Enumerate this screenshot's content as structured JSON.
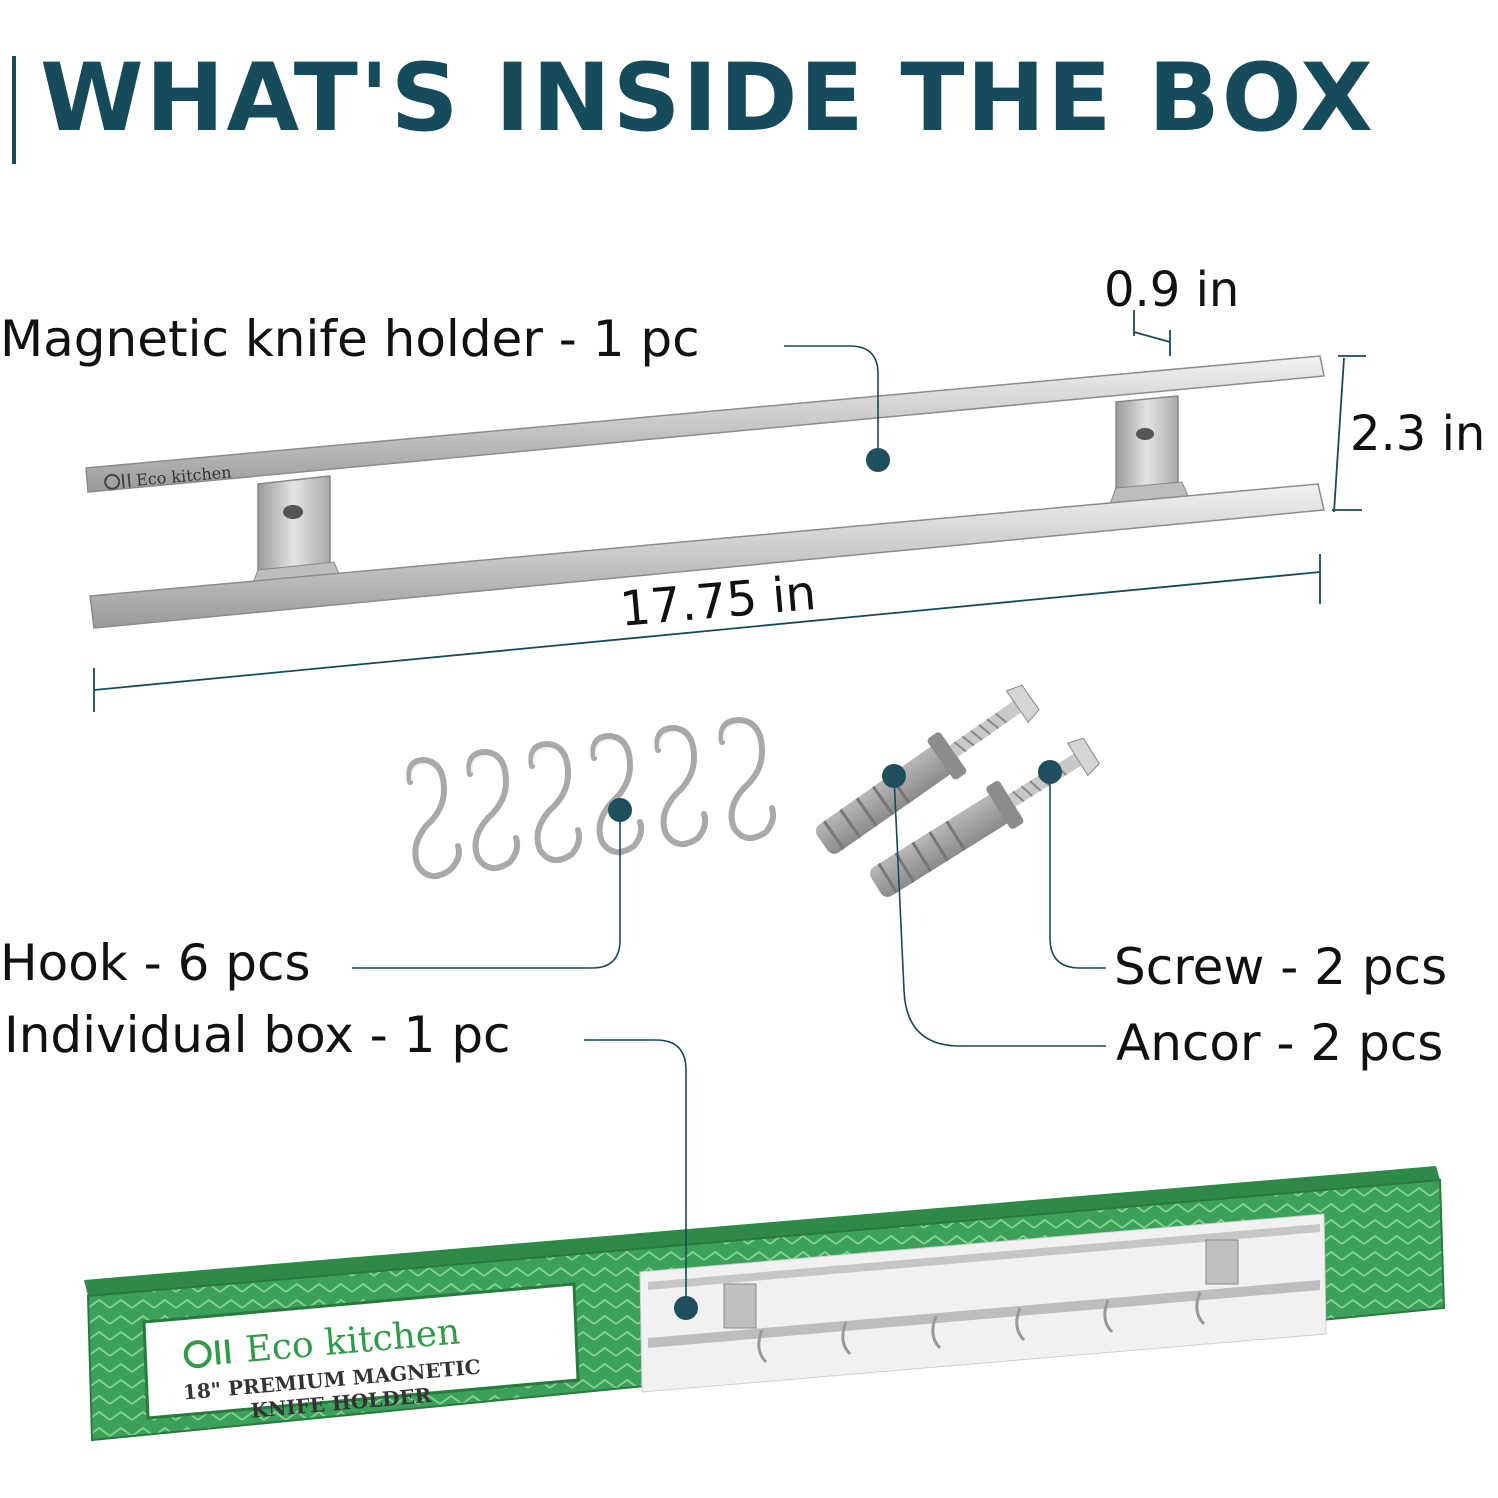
{
  "title": "WHAT'S INSIDE THE BOX",
  "colors": {
    "title": "#154b5a",
    "leader_line": "#154b5a",
    "marker_dot": "#1f4e5c",
    "box_green": "#3aa05a"
  },
  "items": {
    "knife_holder": "Magnetic knife holder - 1 pc",
    "hooks": "Hook - 6 pcs",
    "box": "Individual box - 1 pc",
    "screws": "Screw - 2 pcs",
    "anchors": "Ancor - 2 pcs"
  },
  "dimensions": {
    "depth": "0.9 in",
    "height": "2.3 in",
    "length": "17.75 in"
  },
  "product": {
    "brand": "Eco kitchen",
    "box_title_line1": "18\" PREMIUM MAGNETIC",
    "box_title_line2": "KNIFE HOLDER"
  }
}
